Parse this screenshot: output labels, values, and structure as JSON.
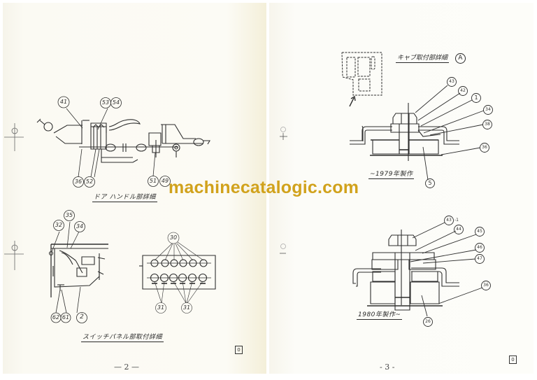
{
  "document": {
    "type": "parts catalog scan (two-page spread)",
    "watermark": "machinecatalogic.com",
    "watermark_color": "#d1a21c"
  },
  "left_page": {
    "page_number": "— 2 —",
    "corner_mark": "0",
    "figure_door_handle": {
      "caption": "ドア ハンドル部詳細",
      "callouts": [
        "41",
        "53",
        "54",
        "36",
        "52",
        "51",
        "49"
      ]
    },
    "figure_switch_panel": {
      "caption": "スイッチパネル部取付詳細",
      "callouts_bracket": [
        "32",
        "35",
        "34",
        "62",
        "61",
        "2"
      ],
      "callouts_panel": [
        "30",
        "31",
        "31"
      ]
    }
  },
  "right_page": {
    "page_number": "- 3 -",
    "corner_mark": "0",
    "section_title": "キャブ取付部詳細",
    "section_marker": "A",
    "figure_upto_1979": {
      "caption": "~1979年製作",
      "callouts": [
        "43",
        "42",
        "1",
        "34",
        "38",
        "36",
        "5"
      ]
    },
    "figure_from_1980": {
      "caption": "1980年製作~",
      "callouts": [
        "43-1",
        "44",
        "45",
        "46",
        "47",
        "36",
        "26"
      ]
    }
  },
  "colors": {
    "ink": "#2a2a2a",
    "paper": "#fbfaf4",
    "watermark": "#d1a21c"
  }
}
